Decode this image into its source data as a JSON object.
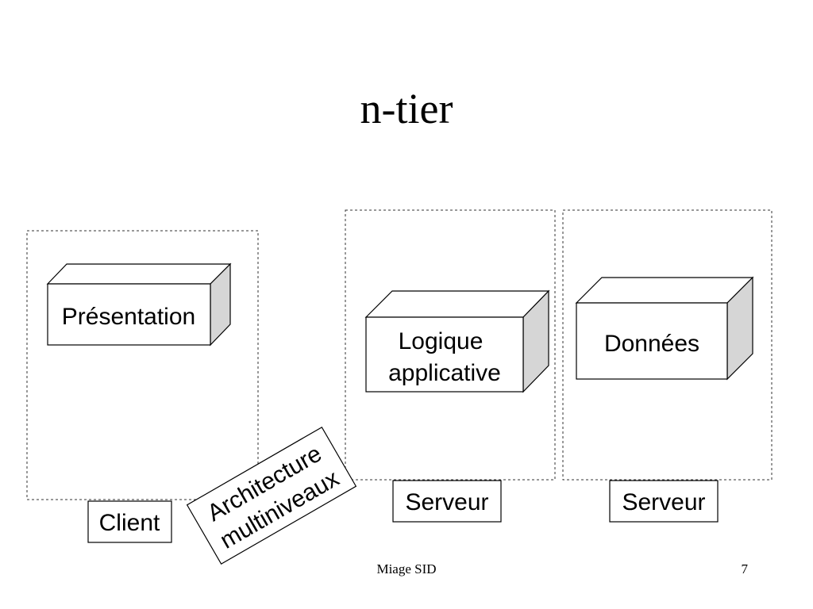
{
  "slide": {
    "title": "n-tier",
    "footer_text": "Miage SID",
    "page_number": "7"
  },
  "diagram": {
    "tiers": [
      {
        "component": "Présentation",
        "host_label": "Client"
      },
      {
        "component_lines": [
          "Logique",
          "applicative"
        ],
        "host_label": "Serveur"
      },
      {
        "component": "Données",
        "host_label": "Serveur"
      }
    ],
    "annotation_lines": [
      "Architecture",
      "multiniveaux"
    ]
  }
}
